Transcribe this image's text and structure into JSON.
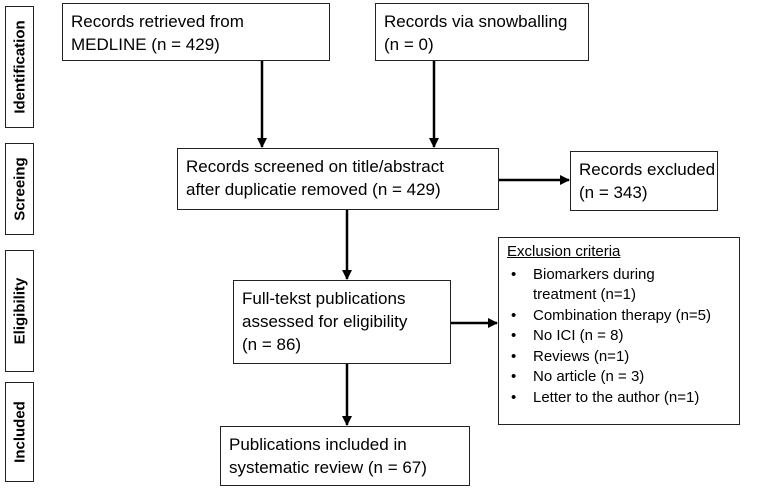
{
  "stages": {
    "identification": "Identification",
    "screening": "Screeing",
    "eligibility": "Eligibility",
    "included": "Included"
  },
  "boxes": {
    "medline": {
      "line1": "Records retrieved from",
      "line2": "MEDLINE (n = 429)"
    },
    "snowball": {
      "line1": "Records via snowballing",
      "line2": "(n = 0)"
    },
    "screened": {
      "line1": "Records screened on title/abstract",
      "line2": "after duplicatie removed (n = 429)"
    },
    "excluded": {
      "line1": "Records excluded",
      "line2": "(n = 343)"
    },
    "fulltext": {
      "line1": "Full-tekst publications",
      "line2": "assessed for eligibility",
      "line3": "(n = 86)"
    },
    "included": {
      "line1": "Publications included in",
      "line2": "systematic review (n = 67)"
    }
  },
  "exclusion": {
    "heading": "Exclusion criteria",
    "items": [
      {
        "line1": "Biomarkers during",
        "line2": "treatment (n=1)"
      },
      {
        "line1": "Combination therapy (n=5)"
      },
      {
        "line1": "No ICI (n = 8)"
      },
      {
        "line1": "Reviews (n=1)"
      },
      {
        "line1": "No article (n = 3)"
      },
      {
        "line1": "Letter to the author (n=1)"
      }
    ]
  }
}
